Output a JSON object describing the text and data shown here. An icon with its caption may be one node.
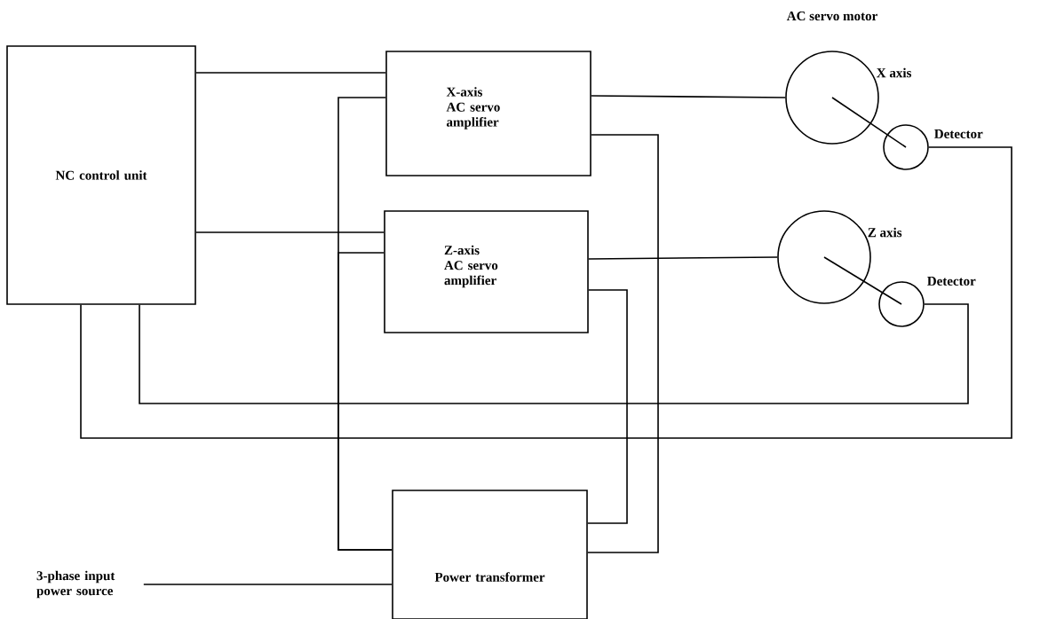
{
  "diagram": {
    "nodes": [
      {
        "text": [
          "NC control unit"
        ]
      },
      {
        "text": [
          "X-axis AC servo amplifier"
        ]
      },
      {
        "text": [
          "Z-axis AC servo amplifier"
        ]
      },
      {
        "text": [
          "Power transformer"
        ]
      },
      {
        "text": [],
        "shape": "circle",
        "beside": [
          "X axis"
        ]
      },
      {
        "text": [],
        "shape": "circle",
        "beside": [
          "Detector"
        ]
      },
      {
        "text": [],
        "shape": "circle",
        "beside": [
          "Z axis"
        ]
      },
      {
        "text": [],
        "shape": "circle",
        "beside": [
          "Detector"
        ]
      },
      {
        "text": [
          "3-phase input power source"
        ]
      }
    ],
    "edges": [
      {
        "from": 0,
        "to": 1,
        "arrow": "none"
      },
      {
        "from": 0,
        "to": 2,
        "arrow": "none"
      },
      {
        "from": 1,
        "to": 4,
        "arrow": "none"
      },
      {
        "from": 2,
        "to": 6,
        "arrow": "none"
      },
      {
        "from": 1,
        "to": 3,
        "arrow": "none"
      },
      {
        "from": 2,
        "to": 3,
        "arrow": "none"
      },
      {
        "from": 1,
        "to": 3,
        "arrow": "none"
      },
      {
        "from": 2,
        "to": 3,
        "arrow": "none"
      },
      {
        "from": 5,
        "to": 0,
        "arrow": "none"
      },
      {
        "from": 7,
        "to": 0,
        "arrow": "none"
      },
      {
        "from": 8,
        "to": 3,
        "arrow": "none"
      },
      {
        "from": 4,
        "to": 5,
        "arrow": "none"
      },
      {
        "from": 6,
        "to": 7,
        "arrow": "none"
      }
    ],
    "labels": [
      "AC servo motor"
    ]
  }
}
